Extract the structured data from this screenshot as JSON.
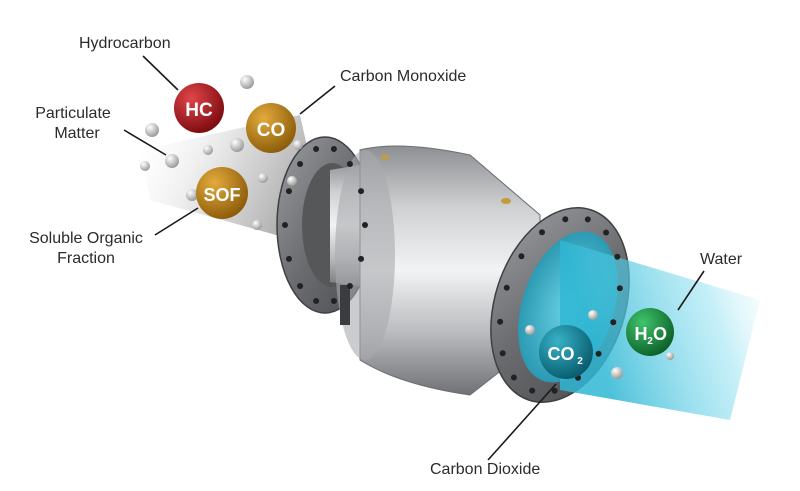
{
  "labels": {
    "hydrocarbon": "Hydrocarbon",
    "carbon_monoxide": "Carbon Monoxide",
    "particulate_line1": "Particulate",
    "particulate_line2": "Matter",
    "soluble_line1": "Soluble Organic",
    "soluble_line2": "Fraction",
    "water": "Water",
    "carbon_dioxide": "Carbon Dioxide"
  },
  "molecules": {
    "hc": "HC",
    "co": "CO",
    "sof": "SOF",
    "co2_main": "CO",
    "co2_sub": "2",
    "h2o_h": "H",
    "h2o_sub": "2",
    "h2o_o": "O"
  },
  "colors": {
    "hc": "#9e0f12",
    "co": "#b57a10",
    "sof": "#b57a10",
    "co2": "#0e7d92",
    "h2o": "#168a3c",
    "glow": "#6fd6ea"
  }
}
